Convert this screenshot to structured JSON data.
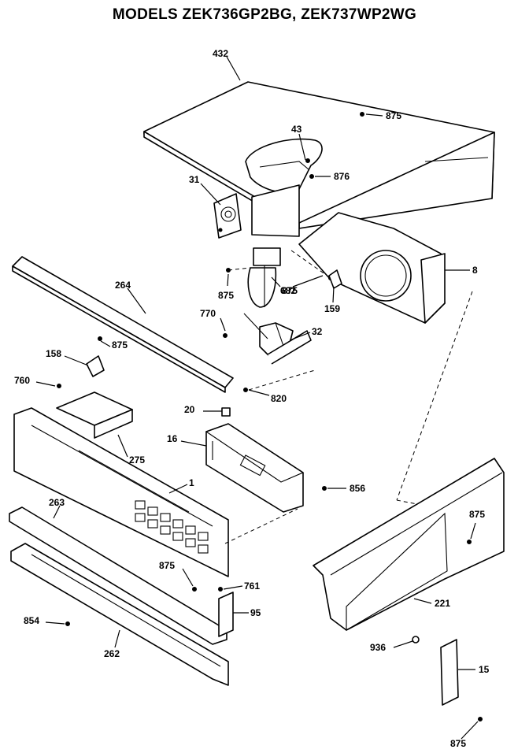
{
  "title": "MODELS ZEK736GP2BG, ZEK737WP2WG",
  "callouts": [
    {
      "id": "c432",
      "text": "432"
    },
    {
      "id": "c875a",
      "text": "875"
    },
    {
      "id": "c43",
      "text": "43"
    },
    {
      "id": "c876",
      "text": "876"
    },
    {
      "id": "c31",
      "text": "31"
    },
    {
      "id": "c8",
      "text": "8"
    },
    {
      "id": "c264",
      "text": "264"
    },
    {
      "id": "c875b",
      "text": "875"
    },
    {
      "id": "c682",
      "text": "682"
    },
    {
      "id": "c875c",
      "text": "875"
    },
    {
      "id": "c159",
      "text": "159"
    },
    {
      "id": "c770",
      "text": "770"
    },
    {
      "id": "c32",
      "text": "32"
    },
    {
      "id": "c158",
      "text": "158"
    },
    {
      "id": "c875d",
      "text": "875"
    },
    {
      "id": "c760",
      "text": "760"
    },
    {
      "id": "c820",
      "text": "820"
    },
    {
      "id": "c20",
      "text": "20"
    },
    {
      "id": "c16",
      "text": "16"
    },
    {
      "id": "c275",
      "text": "275"
    },
    {
      "id": "c1",
      "text": "1"
    },
    {
      "id": "c856",
      "text": "856"
    },
    {
      "id": "c263",
      "text": "263"
    },
    {
      "id": "c875e",
      "text": "875"
    },
    {
      "id": "c875f",
      "text": "875"
    },
    {
      "id": "c761",
      "text": "761"
    },
    {
      "id": "c95",
      "text": "95"
    },
    {
      "id": "c854",
      "text": "854"
    },
    {
      "id": "c221",
      "text": "221"
    },
    {
      "id": "c262",
      "text": "262"
    },
    {
      "id": "c936",
      "text": "936"
    },
    {
      "id": "c15",
      "text": "15"
    },
    {
      "id": "c875g",
      "text": "875"
    }
  ]
}
